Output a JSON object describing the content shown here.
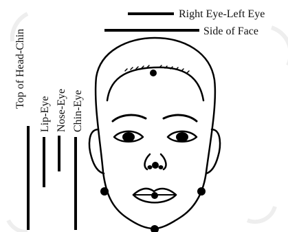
{
  "labels": {
    "right_eye_left_eye": "Right Eye-Left Eye",
    "side_of_face": "Side of Face",
    "top_of_head_chin": "Top of Head-Chin",
    "lip_eye": "Lip-Eye",
    "nose_eye": "Nose-Eye",
    "chin_eye": "Chin-Eye"
  },
  "colors": {
    "ink": "#000000",
    "background": "#ffffff"
  }
}
